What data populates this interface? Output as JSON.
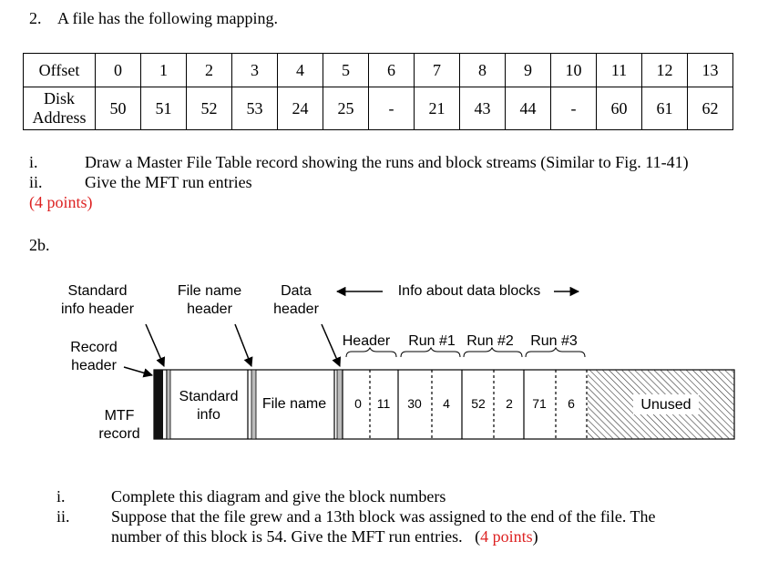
{
  "question": {
    "number": "2.",
    "text": "A file has the following mapping."
  },
  "mapping_table": {
    "row_labels": {
      "offset": "Offset",
      "disk_line1": "Disk",
      "disk_line2": "Address"
    },
    "offsets": [
      "0",
      "1",
      "2",
      "3",
      "4",
      "5",
      "6",
      "7",
      "8",
      "9",
      "10",
      "11",
      "12",
      "13"
    ],
    "disk_addresses": [
      "50",
      "51",
      "52",
      "53",
      "24",
      "25",
      "-",
      "21",
      "43",
      "44",
      "-",
      "60",
      "61",
      "62"
    ]
  },
  "part_a": {
    "items": [
      {
        "num": "i.",
        "text": "Draw a Master File Table record showing the runs and block streams (Similar to Fig. 11-41)"
      },
      {
        "num": "ii.",
        "text": "Give the MFT run entries"
      }
    ],
    "points": "(4 points)"
  },
  "part_b": {
    "label": "2b.",
    "figure": {
      "labels": {
        "standard_info_header_1": "Standard",
        "standard_info_header_2": "info header",
        "file_name_header_1": "File name",
        "file_name_header_2": "header",
        "data_header_1": "Data",
        "data_header_2": "header",
        "info_about_data_blocks": "Info about data blocks",
        "record_header_1": "Record",
        "record_header_2": "header",
        "mtf_record_1": "MTF",
        "mtf_record_2": "record",
        "run_header": "Header",
        "run1": "Run #1",
        "run2": "Run #2",
        "run3": "Run #3",
        "standard_info_1": "Standard",
        "standard_info_2": "info",
        "file_name": "File name",
        "unused": "Unused"
      },
      "header_values": [
        "0",
        "11"
      ],
      "runs": [
        {
          "start": "30",
          "count": "4"
        },
        {
          "start": "52",
          "count": "2"
        },
        {
          "start": "71",
          "count": "6"
        }
      ]
    },
    "items": [
      {
        "num": "i.",
        "text": "Complete this diagram and give the block numbers"
      },
      {
        "num": "ii.",
        "text": "Suppose that the file grew and a 13th block was assigned to the end of the file. The"
      }
    ],
    "item2_line2": "number of this block is 54. Give the MFT run entries.",
    "points": "(4 points)",
    "points_open": "(",
    "points_inner": "4 points",
    "points_close": ")"
  },
  "colors": {
    "points_red": "#dd2222"
  }
}
